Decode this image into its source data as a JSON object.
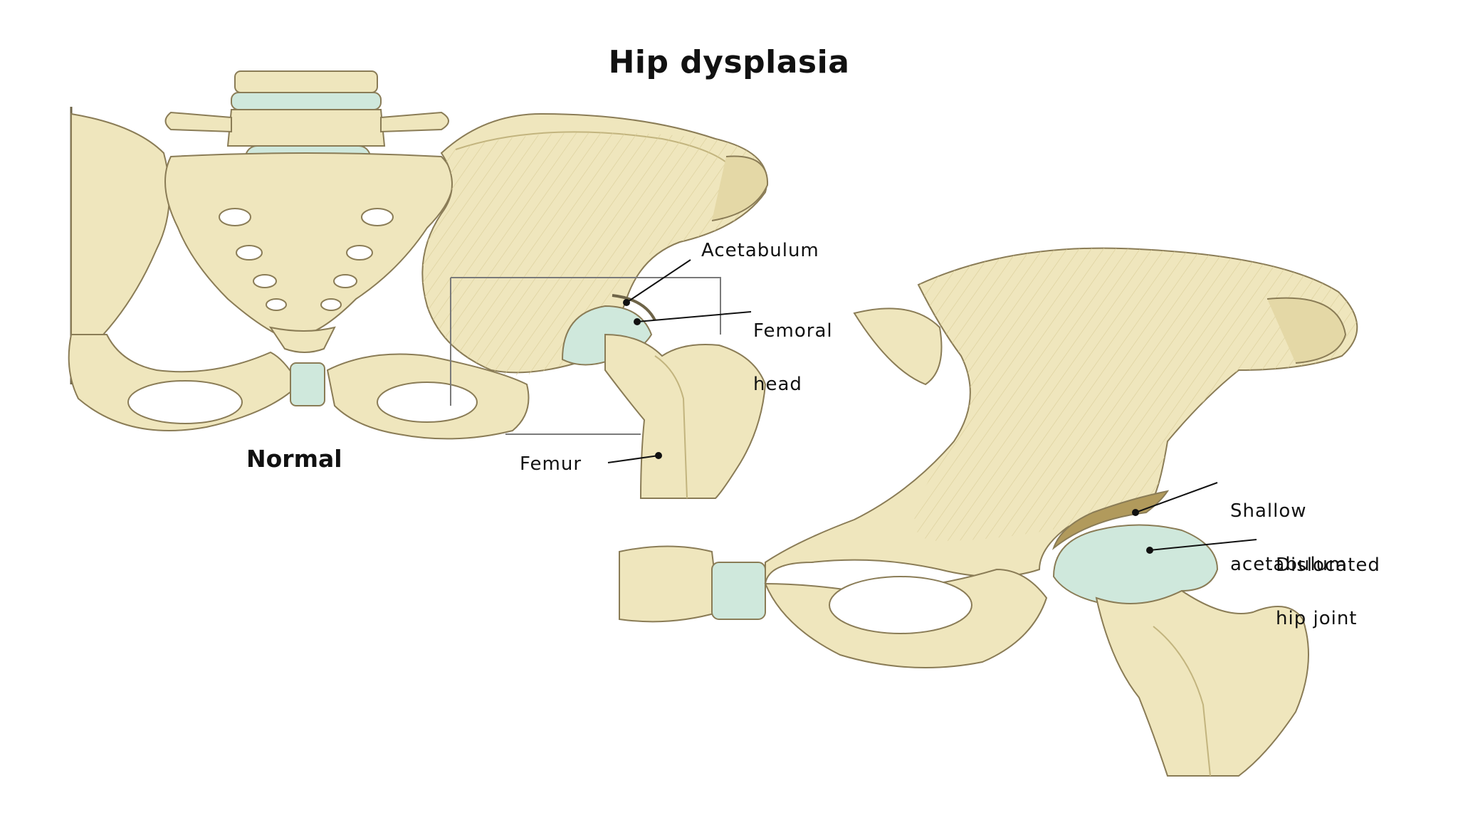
{
  "title": "Hip dysplasia",
  "panels": {
    "normal": "Normal"
  },
  "labels": {
    "acetabulum": "Acetabulum",
    "femoral_head_line1": "Femoral",
    "femoral_head_line2": "head",
    "femur": "Femur",
    "shallow_line1": "Shallow",
    "shallow_line2": "acetabulum",
    "dislocated_line1": "Dislocated",
    "dislocated_line2": "hip joint"
  },
  "colors": {
    "bone": "#efe6bd",
    "bone_shadow": "#d8cc98",
    "bone_outline": "#8a7c56",
    "cartilage": "#cfe8dc",
    "shallow_socket": "#b19a5c",
    "leader": "#111111"
  }
}
